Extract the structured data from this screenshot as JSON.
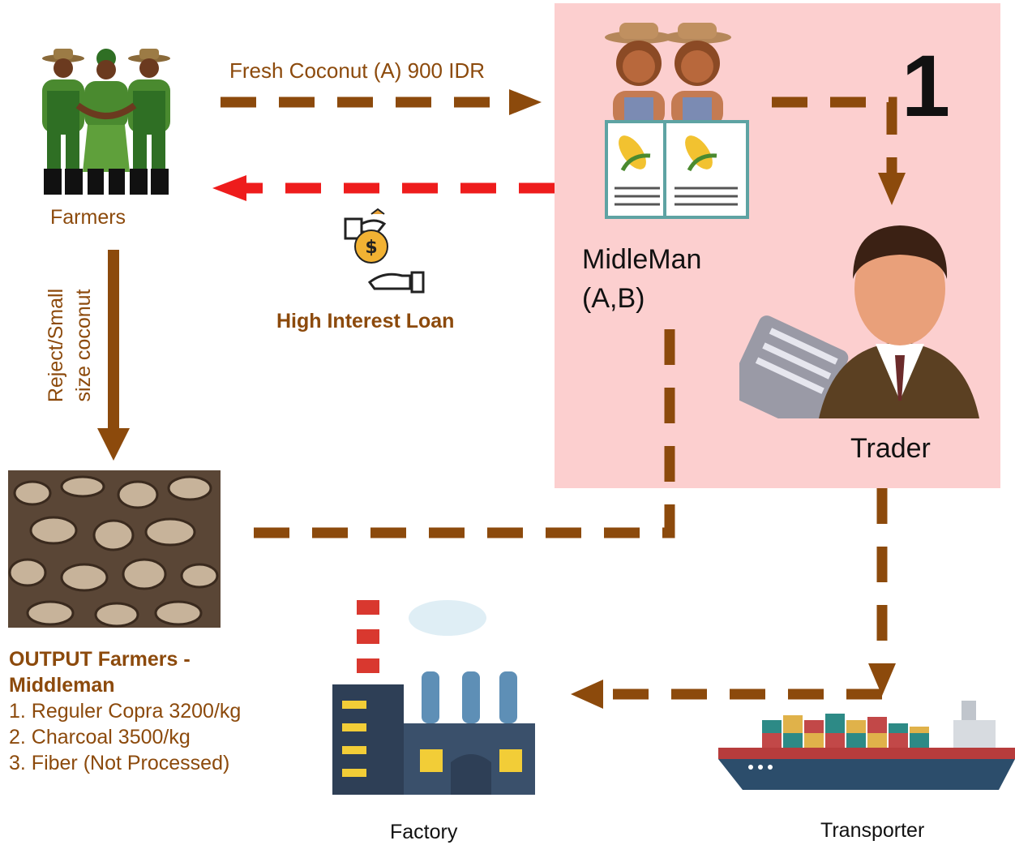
{
  "colors": {
    "brown": "#8c4a0c",
    "red": "#ee1c1c",
    "highlight": "#fccfcf"
  },
  "step_number": "1",
  "nodes": {
    "farmers": {
      "label": "Farmers",
      "icon": "farmers-group-icon"
    },
    "middleman": {
      "label_line1": "MidleMan",
      "label_line2": "(A,B)",
      "icon": "middleman-icon"
    },
    "trader": {
      "label": "Trader",
      "icon": "trader-icon"
    },
    "factory": {
      "label": "Factory",
      "icon": "factory-icon"
    },
    "transporter": {
      "label": "Transporter",
      "icon": "cargo-ship-icon"
    },
    "coconut_shells": {
      "icon": "coconut-shells-photo"
    }
  },
  "edges": {
    "fresh_coconut": "Fresh Coconut (A) 900 IDR",
    "loan": "High Interest Loan",
    "reject_line1": "Reject/Small",
    "reject_line2": "size coconut"
  },
  "output": {
    "title_line1": "OUTPUT Farmers -",
    "title_line2": "Middleman",
    "items": [
      "1. Reguler Copra 3200/kg",
      "2. Charcoal 3500/kg",
      "3. Fiber (Not Processed)"
    ]
  }
}
